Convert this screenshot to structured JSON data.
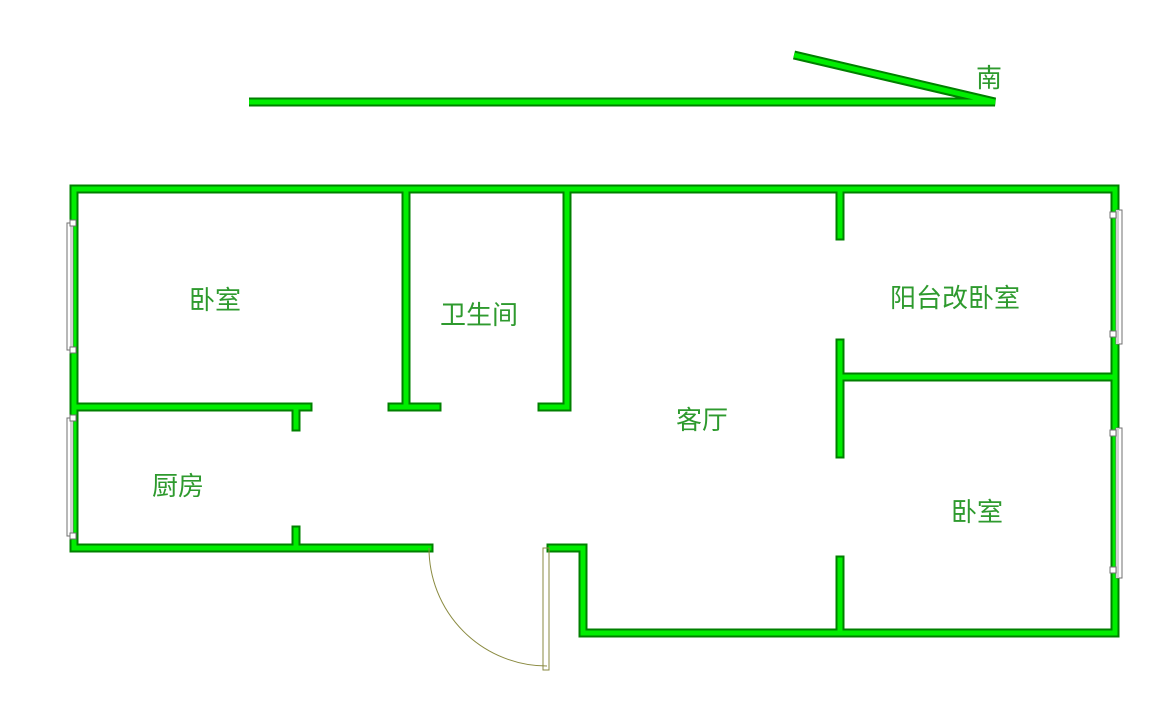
{
  "colors": {
    "wall": "#00ee00",
    "wall_edge": "#008000",
    "text": "#2e9a2e",
    "window": "#c0c0c0",
    "door": "#8a8a40",
    "background": "#ffffff"
  },
  "compass": {
    "direction_label": "南"
  },
  "rooms": {
    "bedroom_nw": "卧室",
    "bathroom": "卫生间",
    "balcony_bedroom": "阳台改卧室",
    "living_room": "客厅",
    "kitchen": "厨房",
    "bedroom_se": "卧室"
  }
}
